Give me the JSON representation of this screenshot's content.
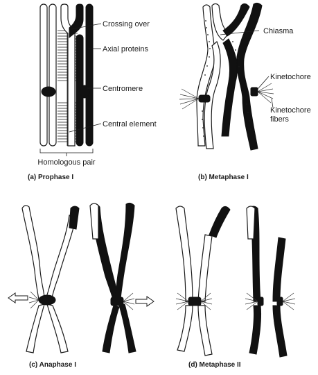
{
  "panels": {
    "a": {
      "caption": "(a) Prophase I",
      "labels": {
        "crossing_over": "Crossing over",
        "axial_proteins": "Axial proteins",
        "centromere": "Centromere",
        "central_element": "Central element",
        "homologous_pair": "Homologous pair"
      }
    },
    "b": {
      "caption": "(b) Metaphase I",
      "labels": {
        "chiasma": "Chiasma",
        "kinetochore": "Kinetochore",
        "kinetochore_fibers_line1": "Kinetochore",
        "kinetochore_fibers_line2": "fibers"
      }
    },
    "c": {
      "caption": "(c) Anaphase I"
    },
    "d": {
      "caption": "(d) Metaphase II"
    }
  }
}
